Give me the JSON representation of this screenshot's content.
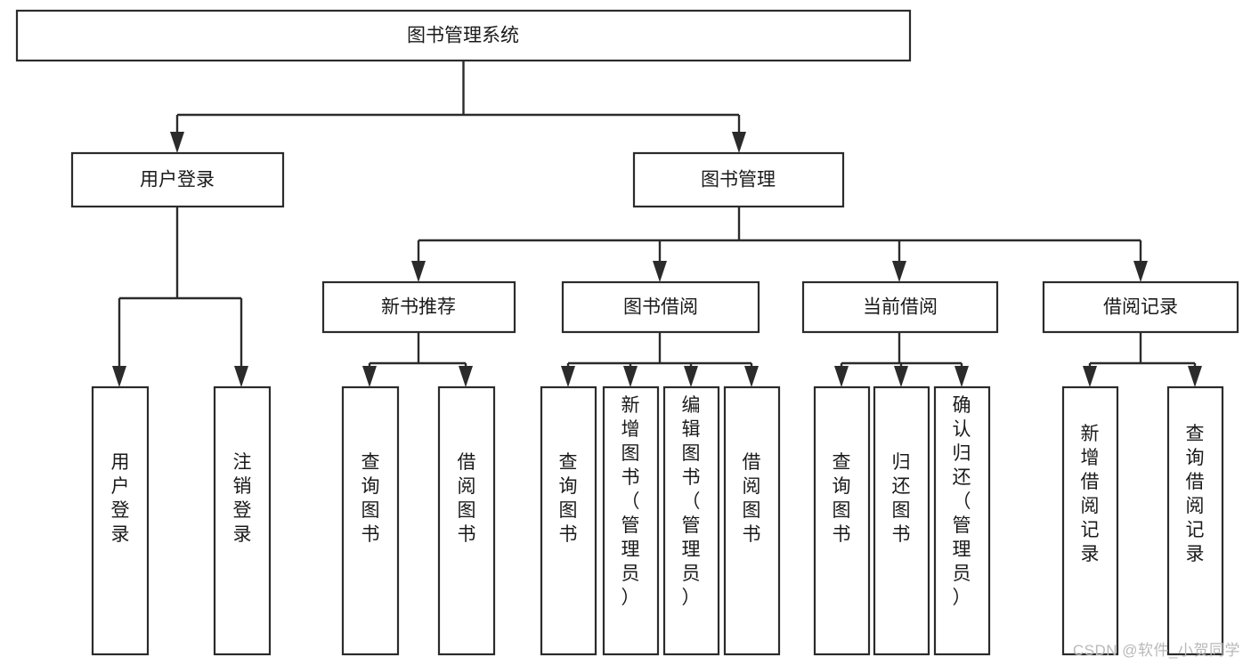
{
  "diagram": {
    "title": "图书管理系统",
    "type": "tree-hierarchy",
    "root": {
      "id": "root",
      "label": "图书管理系统"
    },
    "level1": [
      {
        "id": "user-login",
        "label": "用户登录"
      },
      {
        "id": "book-manage",
        "label": "图书管理"
      }
    ],
    "level2": [
      {
        "id": "new-book-recommend",
        "label": "新书推荐",
        "parent": "book-manage"
      },
      {
        "id": "book-borrow",
        "label": "图书借阅",
        "parent": "book-manage"
      },
      {
        "id": "current-borrow",
        "label": "当前借阅",
        "parent": "book-manage"
      },
      {
        "id": "borrow-record",
        "label": "借阅记录",
        "parent": "book-manage"
      }
    ],
    "leaves": {
      "user_login": [
        {
          "id": "leaf-user-login",
          "label": "用户登录"
        },
        {
          "id": "leaf-user-logout",
          "label": "注销登录"
        }
      ],
      "new_book_recommend": [
        {
          "id": "leaf-query-book-1",
          "label": "查询图书"
        },
        {
          "id": "leaf-borrow-book-1",
          "label": "借阅图书"
        }
      ],
      "book_borrow": [
        {
          "id": "leaf-query-book-2",
          "label": "查询图书"
        },
        {
          "id": "leaf-add-book",
          "label": "新增图书（管理员）"
        },
        {
          "id": "leaf-edit-book",
          "label": "编辑图书（管理员）"
        },
        {
          "id": "leaf-borrow-book-2",
          "label": "借阅图书"
        }
      ],
      "current_borrow": [
        {
          "id": "leaf-query-book-3",
          "label": "查询图书"
        },
        {
          "id": "leaf-return-book",
          "label": "归还图书"
        },
        {
          "id": "leaf-confirm-return",
          "label": "确认归还（管理员）"
        }
      ],
      "borrow_record": [
        {
          "id": "leaf-add-record",
          "label": "新增借阅记录"
        },
        {
          "id": "leaf-query-record",
          "label": "查询借阅记录"
        }
      ]
    }
  },
  "watermark": {
    "text": "CSDN @软件_小贺同学"
  },
  "colors": {
    "stroke": "#2b2b2b",
    "box_fill": "#ffffff",
    "text": "#1a1a1a",
    "background": "#ffffff",
    "watermark": "#b9b9b9"
  }
}
